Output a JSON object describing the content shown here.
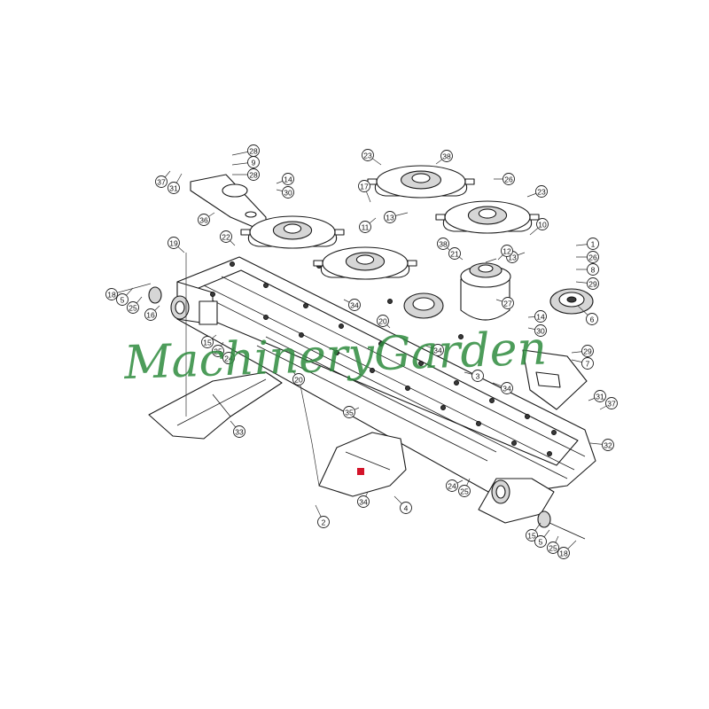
{
  "diagram": {
    "watermark": "MachineryGarden",
    "marker_color": "#d4142a",
    "watermark_color": "#2e8b3e",
    "callouts": [
      {
        "id": "c1",
        "label": "28"
      },
      {
        "id": "c2",
        "label": "9"
      },
      {
        "id": "c3",
        "label": "28"
      },
      {
        "id": "c4",
        "label": "37"
      },
      {
        "id": "c5",
        "label": "31"
      },
      {
        "id": "c6",
        "label": "14"
      },
      {
        "id": "c7",
        "label": "30"
      },
      {
        "id": "c8",
        "label": "36"
      },
      {
        "id": "c9",
        "label": "23"
      },
      {
        "id": "c10",
        "label": "38"
      },
      {
        "id": "c11",
        "label": "17"
      },
      {
        "id": "c12",
        "label": "26"
      },
      {
        "id": "c13",
        "label": "11"
      },
      {
        "id": "c14",
        "label": "13"
      },
      {
        "id": "c15",
        "label": "23"
      },
      {
        "id": "c16",
        "label": "10"
      },
      {
        "id": "c17",
        "label": "13"
      },
      {
        "id": "c18",
        "label": "22"
      },
      {
        "id": "c19",
        "label": "19"
      },
      {
        "id": "c20",
        "label": "38"
      },
      {
        "id": "c21",
        "label": "1"
      },
      {
        "id": "c22",
        "label": "26"
      },
      {
        "id": "c23",
        "label": "21"
      },
      {
        "id": "c24",
        "label": "12"
      },
      {
        "id": "c25",
        "label": "8"
      },
      {
        "id": "c26",
        "label": "29"
      },
      {
        "id": "c27",
        "label": "18"
      },
      {
        "id": "c28",
        "label": "5"
      },
      {
        "id": "c29",
        "label": "25"
      },
      {
        "id": "c30",
        "label": "16"
      },
      {
        "id": "c31",
        "label": "34"
      },
      {
        "id": "c32",
        "label": "27"
      },
      {
        "id": "c33",
        "label": "14"
      },
      {
        "id": "c34",
        "label": "6"
      },
      {
        "id": "c35",
        "label": "30"
      },
      {
        "id": "c36",
        "label": "20"
      },
      {
        "id": "c37",
        "label": "15"
      },
      {
        "id": "c38",
        "label": "25"
      },
      {
        "id": "c39",
        "label": "24"
      },
      {
        "id": "c40",
        "label": "34"
      },
      {
        "id": "c41",
        "label": "29"
      },
      {
        "id": "c42",
        "label": "7"
      },
      {
        "id": "c43",
        "label": "20"
      },
      {
        "id": "c44",
        "label": "3"
      },
      {
        "id": "c45",
        "label": "34"
      },
      {
        "id": "c46",
        "label": "31"
      },
      {
        "id": "c47",
        "label": "37"
      },
      {
        "id": "c48",
        "label": "35"
      },
      {
        "id": "c49",
        "label": "33"
      },
      {
        "id": "c50",
        "label": "32"
      },
      {
        "id": "c51",
        "label": "24"
      },
      {
        "id": "c52",
        "label": "25"
      },
      {
        "id": "c53",
        "label": "34"
      },
      {
        "id": "c54",
        "label": "4"
      },
      {
        "id": "c55",
        "label": "2"
      },
      {
        "id": "c56",
        "label": "15"
      },
      {
        "id": "c57",
        "label": "5"
      },
      {
        "id": "c58",
        "label": "25"
      },
      {
        "id": "c59",
        "label": "18"
      }
    ]
  }
}
